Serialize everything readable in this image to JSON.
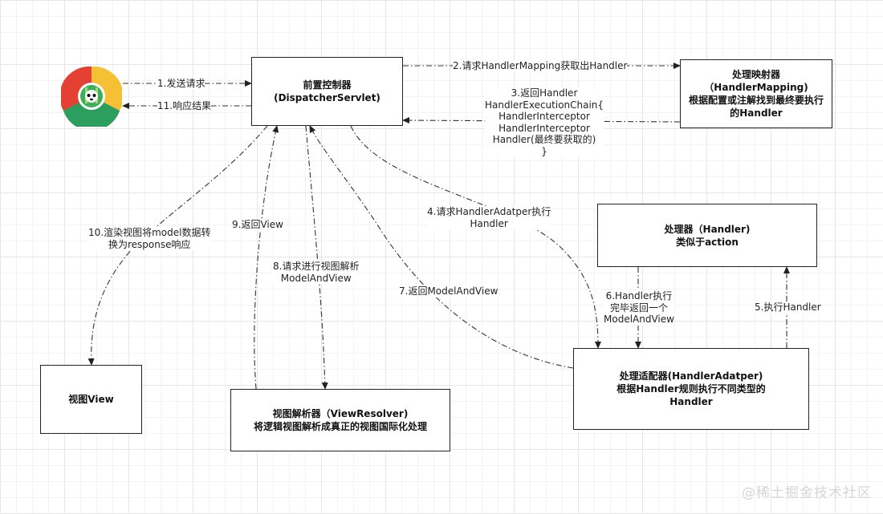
{
  "nodes": {
    "dispatcher": {
      "title": "前置控制器",
      "subtitle": "(DispatcherServlet)"
    },
    "handler_mapping": {
      "lines": [
        "处理映射器",
        "（HandlerMapping)",
        "根据配置或注解找到最终要执行",
        "的Handler"
      ]
    },
    "handler": {
      "lines": [
        "处理器（Handler)",
        "类似于action"
      ]
    },
    "handler_adapter": {
      "lines": [
        "处理适配器(HandlerAdatper)",
        "根据Handler规则执行不同类型的",
        "Handler"
      ]
    },
    "view_resolver": {
      "lines": [
        "视图解析器（ViewResolver)",
        "将逻辑视图解析成真正的视图国际化处理"
      ]
    },
    "view": {
      "title": "视图View"
    }
  },
  "edges": {
    "e1": {
      "label": "1.发送请求"
    },
    "e11": {
      "label": "11.响应结果"
    },
    "e2": {
      "label": "2.请求HandlerMapping获取出Handler"
    },
    "e3": {
      "lines": [
        "3.返回Handler",
        "HandlerExecutionChain{",
        "HandlerInterceptor",
        "HandlerInterceptor",
        "Handler(最终要获取的)",
        "}"
      ]
    },
    "e4": {
      "lines": [
        "4.请求HandlerAdatper执行",
        "Handler"
      ]
    },
    "e5": {
      "label": "5.执行Handler"
    },
    "e6": {
      "lines": [
        "6.Handler执行",
        "完毕返回一个",
        "ModelAndView"
      ]
    },
    "e7": {
      "label": "7.返回ModelAndView"
    },
    "e8": {
      "lines": [
        "8.请求进行视图解析",
        "ModelAndView"
      ]
    },
    "e9": {
      "label": "9.返回View"
    },
    "e10": {
      "lines": [
        "10.渲染视图将model数据转",
        "换为response响应"
      ]
    }
  },
  "icons": {
    "browser": "chrome-browser-icon"
  },
  "watermark": "@稀土掘金技术社区"
}
